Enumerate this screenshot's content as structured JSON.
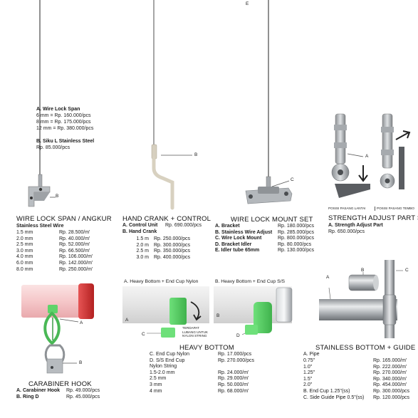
{
  "colors": {
    "accent_green": "#5fd36a",
    "steel": "#b8bcc0",
    "red_cap": "#d73a3a"
  },
  "wire_lock_span": {
    "spec_a_title": "A. Wire Lock Span",
    "spec_a_lines": [
      "6 mm = Rp. 160.000/pcs",
      "8 mm = Rp. 175.000/pcs",
      "12 mm = Rp. 380.000/pcs"
    ],
    "spec_b_title": "B. Siku L Stainless Steel",
    "spec_b_price": "Rp. 85.000/pcs",
    "label_b": "B",
    "title": "WIRE LOCK SPAN / ANGKUR",
    "subtitle": "Stainless Steel Wire",
    "rows": [
      {
        "size": "1.5 mm",
        "price": "Rp. 28.500/m'"
      },
      {
        "size": "2.0 mm",
        "price": "Rp. 40.000/m'"
      },
      {
        "size": "2.5 mm",
        "price": "Rp. 52.000/m'"
      },
      {
        "size": "3.0 mm",
        "price": "Rp. 66.500/m'"
      },
      {
        "size": "4.0 mm",
        "price": "Rp. 106.000/m'"
      },
      {
        "size": "6.0 mm",
        "price": "Rp. 142.000/m'"
      },
      {
        "size": "8.0 mm",
        "price": "Rp. 250.000/m'"
      }
    ]
  },
  "hand_crank": {
    "title": "HAND CRANK + CONTROL",
    "label_b": "B",
    "a_name": "A. Control Unit",
    "a_price": "Rp. 690.000/pcs",
    "b_name": "B. Hand Crank",
    "rows": [
      {
        "size": "1.5 m",
        "price": "Rp. 250.000/pcs"
      },
      {
        "size": "2.0 m",
        "price": "Rp. 300.000/pcs"
      },
      {
        "size": "2.5 m",
        "price": "Rp. 350.000/pcs"
      },
      {
        "size": "3.0 m",
        "price": "Rp. 400.000/pcs"
      }
    ]
  },
  "wire_lock_mount": {
    "top_label": "E",
    "label_c": "C",
    "title": "WIRE LOCK MOUNT SET",
    "rows": [
      {
        "name": "A. Bracket",
        "price": "Rp. 180.000/pcs"
      },
      {
        "name": "B. Stainless Wire Adjust",
        "price": "Rp. 285.000/pcs"
      },
      {
        "name": "C. Wire Lock Mount",
        "price": "Rp. 800.000/pcs"
      },
      {
        "name": "D. Bracket Idler",
        "price": "Rp. 80.000/pcs"
      },
      {
        "name": "E. Idler tube 65mm",
        "price": "Rp. 130.000/pcs"
      }
    ]
  },
  "strength_adjust": {
    "label_a": "A",
    "caption_floor": "POSISI PASANG LANTAI",
    "caption_wall": "POSISI PASANG TEMBO",
    "title": "STRENGTH ADJUST PART SE",
    "a_name": "A. Strength Adjust Part",
    "a_price": "Rp. 650.000/pcs"
  },
  "carabiner": {
    "label_a": "A",
    "label_b": "B",
    "title": "CARABINER HOOK",
    "rows": [
      {
        "name": "A. Carabiner Hook",
        "price": "Rp. 49.000/pcs"
      },
      {
        "name": "B. Ring D",
        "price": "Rp. 45.000/pcs"
      }
    ]
  },
  "heavy_bottom": {
    "caption_a": "A. Heavy Bottom + End Cup Nylon",
    "caption_b": "B. Heavy Bottom + End Cup S/S",
    "label_a": "A",
    "label_b": "B",
    "label_c": "C",
    "label_d": "D",
    "note_lines": [
      "TERDAPAT",
      "LUBANG UNTUK",
      "NYLON STRING"
    ],
    "title": "HEAVY BOTTOM",
    "rows": [
      {
        "name": "C. End Cup Nylon",
        "price": "Rp. 17.000/pcs"
      },
      {
        "name": "D. S/S End Cup",
        "price": "Rp. 270.000/pcs"
      },
      {
        "name": "Nylon String",
        "price": ""
      },
      {
        "name": "1.5-2.0 mm",
        "price": "Rp. 24.000/m'"
      },
      {
        "name": "2.5 mm",
        "price": "Rp. 29.000/m'"
      },
      {
        "name": "3 mm",
        "price": "Rp. 50.000/m'"
      },
      {
        "name": "4 mm",
        "price": "Rp. 68.000/m'"
      }
    ]
  },
  "stainless_bottom": {
    "label_a": "A",
    "label_b": "B",
    "label_c": "C",
    "title": "STAINLESS BOTTOM + GUIDE",
    "subtitle": "A. Pipe",
    "rows": [
      {
        "name": "0.75\"",
        "price": "Rp. 165.000/m'"
      },
      {
        "name": "1.0\"",
        "price": "Rp. 222.000/m'"
      },
      {
        "name": "1.25\"",
        "price": "Rp. 270.000/m'"
      },
      {
        "name": "1.5\"",
        "price": "Rp. 340.000/m'"
      },
      {
        "name": "2.0\"",
        "price": "Rp. 454.000/m'"
      },
      {
        "name": "B. End Cup 1.25\"(ss)",
        "price": "Rp. 300.000/pcs"
      },
      {
        "name": "C. Side Guide Pipe 0.5\"(ss)",
        "price": "Rp. 120.000/pcs"
      }
    ]
  }
}
